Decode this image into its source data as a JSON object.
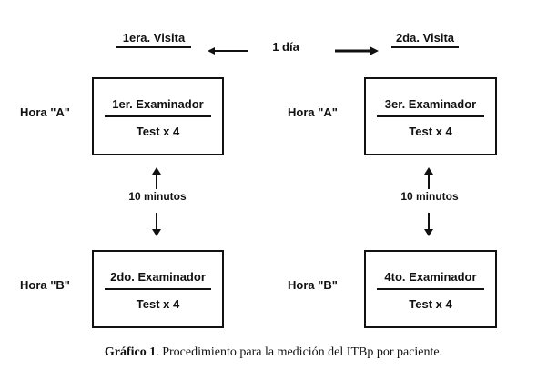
{
  "visits": {
    "first": "1era. Visita",
    "second": "2da. Visita",
    "interval": "1 día"
  },
  "hours": {
    "a": "Hora \"A\"",
    "b": "Hora \"B\""
  },
  "boxes": {
    "top_left": {
      "examiner": "1er. Examinador",
      "test": "Test x 4"
    },
    "bottom_left": {
      "examiner": "2do. Examinador",
      "test": "Test x 4"
    },
    "top_right": {
      "examiner": "3er. Examinador",
      "test": "Test x 4"
    },
    "bottom_right": {
      "examiner": "4to. Examinador",
      "test": "Test x 4"
    }
  },
  "gap_label": "10 minutos",
  "caption": {
    "label": "Gráfico 1",
    "text": ". Procedimiento para la medición del ITBp por paciente."
  }
}
